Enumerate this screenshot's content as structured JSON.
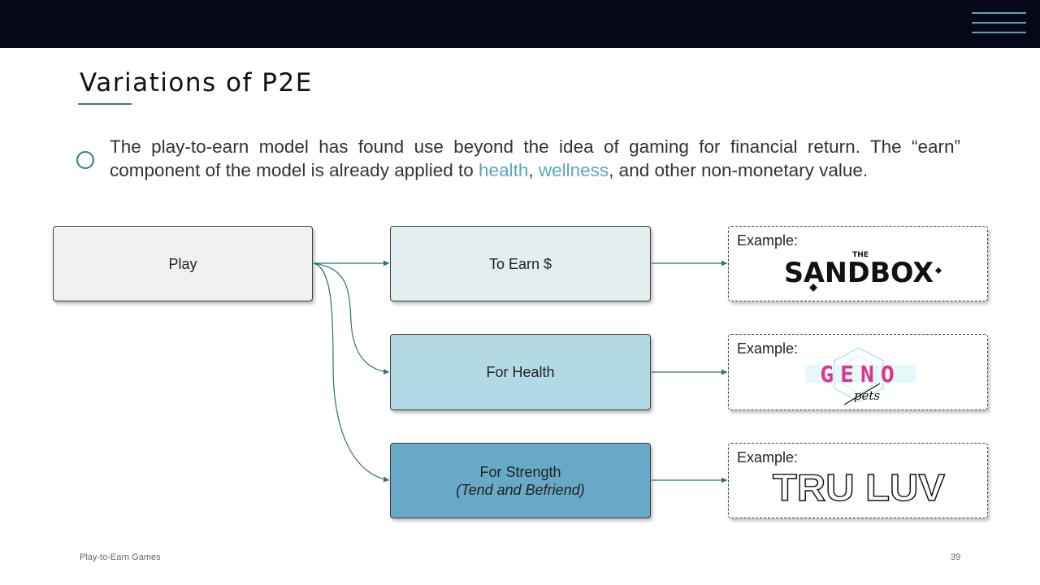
{
  "slide": {
    "title": "Variations of P2E",
    "bullet": {
      "text_before": "The play-to-earn model has found use beyond the idea of gaming for financial return. The “earn” component of the model is already applied to ",
      "highlight_1": "health",
      "sep_1": ", ",
      "highlight_2": "wellness",
      "text_after": ", and other non-monetary value."
    },
    "footer_title": "Play-to-Earn Games",
    "page_number": "39"
  },
  "diagram": {
    "source": {
      "label": "Play"
    },
    "targets": [
      {
        "label": "To Earn $",
        "sublabel": ""
      },
      {
        "label": "For Health",
        "sublabel": ""
      },
      {
        "label": "For Strength",
        "sublabel": "(Tend and Befriend)"
      }
    ],
    "examples": [
      {
        "label": "Example:",
        "logo": "THE SANDBOX",
        "logo_top": "THE",
        "logo_main": "SANDBOX"
      },
      {
        "label": "Example:",
        "logo": "GENO pets",
        "logo_main": "GENO",
        "logo_script": "pets"
      },
      {
        "label": "Example:",
        "logo": "TRU LUV",
        "logo_main": "TRU LUV"
      }
    ]
  },
  "colors": {
    "top_bar": "#050818",
    "accent": "#2e7c8f",
    "highlight_text": "#5ba6bb",
    "box_play": "#f1f1f1",
    "box_earn": "#e2eeef",
    "box_health": "#b3dae4",
    "box_strength": "#68a9c7",
    "geno_pink": "#e0338f"
  },
  "icons": {
    "menu": "hamburger-menu-icon",
    "bullet": "circle-bullet-icon"
  }
}
